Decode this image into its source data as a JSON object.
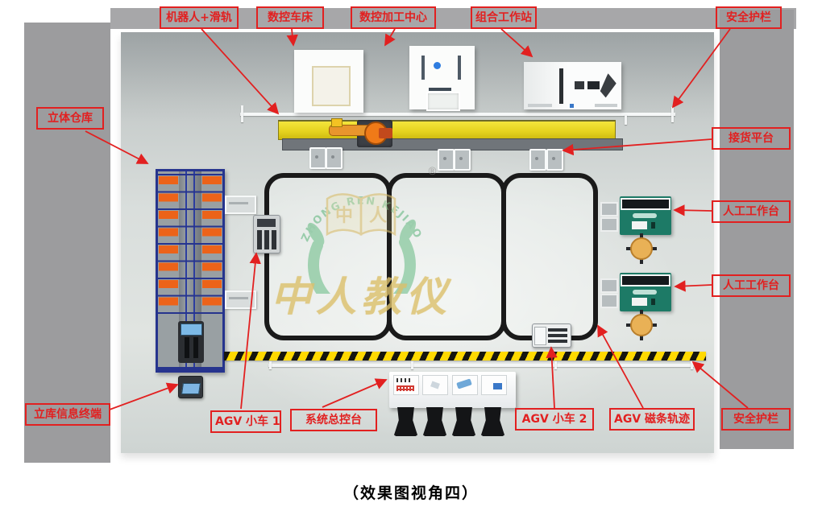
{
  "caption": "（效果图视角四）",
  "callouts": {
    "robot_rail": "机器人+滑轨",
    "cnc_lathe": "数控车床",
    "machining_center": "数控加工中心",
    "combo_station": "组合工作站",
    "safety_fence_top": "安全护栏",
    "warehouse": "立体仓库",
    "receiving_platform": "接货平台",
    "manual_station_1": "人工工作台",
    "manual_station_2": "人工工作台",
    "warehouse_terminal": "立库信息终端",
    "agv_cart_1": "AGV 小车 1",
    "console": "系统总控台",
    "agv_cart_2": "AGV 小车 2",
    "agv_track": "AGV 磁条轨迹",
    "safety_fence_bottom": "安全护栏"
  },
  "watermark": {
    "arc_text": "ZHONG REN KEJIAO",
    "registered_mark": "®",
    "book_char_left": "中",
    "book_char_right": "人",
    "brand_text": "中人教仪"
  },
  "colors": {
    "callout_red": "#e22020",
    "rail_yellow": "#e6d31f",
    "rack_blue": "#26348e",
    "bin_orange": "#ec6319",
    "table_green": "#1d7a66",
    "chair_tan": "#e9b156",
    "hazard_yellow": "#ffd900",
    "track_black": "#1a1a1a",
    "wall_gray": "#9c9c9e",
    "watermark_green": "#74c08e",
    "watermark_gold": "#dcc06a"
  }
}
